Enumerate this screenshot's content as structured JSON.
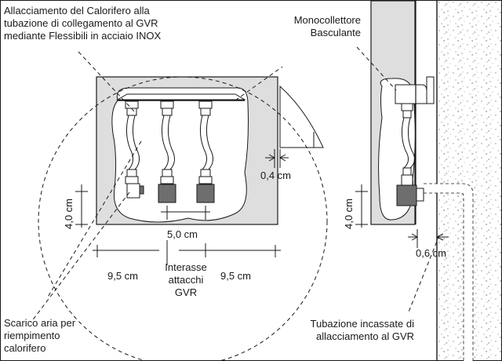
{
  "labels": {
    "top_left": "Allacciamento del Calorifero alla\ntubazione di collegamento al GVR\nmediante Flessibili in acciaio INOX",
    "top_right": "Monocollettore\nBasculante",
    "bottom_left": "Scarico aria per\nriempimento\ncalorifero",
    "bottom_center": "Interasse\nattacchi\nGVR",
    "bottom_right": "Tubazione incassate di\nallacciamento al GVR"
  },
  "dimensions": {
    "gap_top": "0,4 cm",
    "height_left": "4,0 cm",
    "height_right": "4,0 cm",
    "spacing_center": "5,0 cm",
    "left_span": "9,5 cm",
    "right_span": "9,5 cm",
    "gap_wall": "0,6 cm"
  },
  "colors": {
    "line": "#1a1a1a",
    "panel": "#dedede",
    "valve": "#6e6e6e",
    "white": "#ffffff",
    "speckle": "#8a8a8a"
  }
}
